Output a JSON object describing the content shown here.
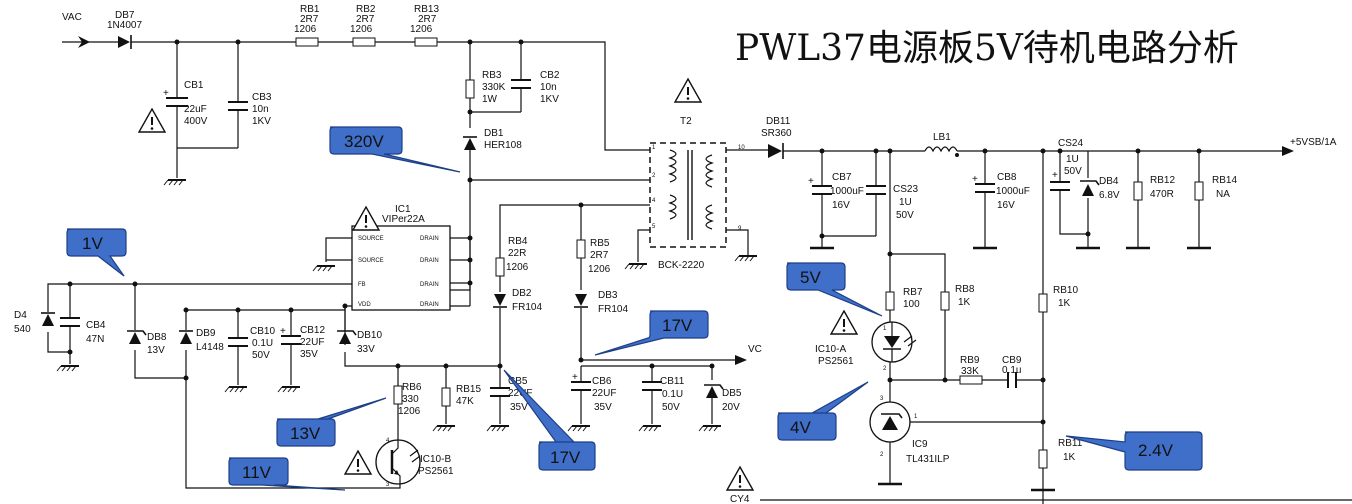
{
  "title": "PWL37电源板5V待机电路分析",
  "nets": {
    "vac": "VAC",
    "vsb": "+5VSB/1A",
    "vc": "VC"
  },
  "components": {
    "db7": {
      "ref": "DB7",
      "val": "1N4007"
    },
    "rb1": {
      "ref": "RB1",
      "val1": "2R7",
      "val2": "1206"
    },
    "rb2": {
      "ref": "RB2",
      "val1": "2R7",
      "val2": "1206"
    },
    "rb13": {
      "ref": "RB13",
      "val1": "2R7",
      "val2": "1206"
    },
    "cb1": {
      "ref": "CB1",
      "val1": "22uF",
      "val2": "400V"
    },
    "cb3": {
      "ref": "CB3",
      "val1": "10n",
      "val2": "1KV"
    },
    "rb3": {
      "ref": "RB3",
      "val1": "330K",
      "val2": "1W"
    },
    "cb2": {
      "ref": "CB2",
      "val1": "10n",
      "val2": "1KV"
    },
    "db1": {
      "ref": "DB1",
      "val": "HER108"
    },
    "t2": {
      "ref": "T2",
      "val": "BCK-2220",
      "pins": [
        "1",
        "2",
        "4",
        "5",
        "10",
        "9"
      ]
    },
    "db11": {
      "ref": "DB11",
      "val": "SR360"
    },
    "lb1": {
      "ref": "LB1"
    },
    "cb7": {
      "ref": "CB7",
      "val1": "1000uF",
      "val2": "16V"
    },
    "cs23": {
      "ref": "CS23",
      "val1": "1U",
      "val2": "50V"
    },
    "cb8": {
      "ref": "CB8",
      "val1": "1000uF",
      "val2": "16V"
    },
    "cs24": {
      "ref": "CS24",
      "val1": "1U",
      "val2": "50V"
    },
    "db4": {
      "ref": "DB4",
      "val": "6.8V"
    },
    "rb12": {
      "ref": "RB12",
      "val": "470R"
    },
    "rb14": {
      "ref": "RB14",
      "val": "NA"
    },
    "ic1": {
      "ref": "IC1",
      "val": "VIPer22A",
      "pins": [
        "SOURCE",
        "SOURCE",
        "FB",
        "VDD"
      ],
      "drain": "DRAIN"
    },
    "d4": {
      "ref": "D4",
      "val": "540"
    },
    "cb4": {
      "ref": "CB4",
      "val": "47N"
    },
    "db8": {
      "ref": "DB8",
      "val": "13V"
    },
    "db9": {
      "ref": "DB9",
      "val": "L4148"
    },
    "cb10": {
      "ref": "CB10",
      "val1": "0.1U",
      "val2": "50V"
    },
    "cb12": {
      "ref": "CB12",
      "val1": "22UF",
      "val2": "35V"
    },
    "db10": {
      "ref": "DB10",
      "val": "33V"
    },
    "rb4": {
      "ref": "RB4",
      "val1": "22R",
      "val2": "1206"
    },
    "db2": {
      "ref": "DB2",
      "val": "FR104"
    },
    "rb5": {
      "ref": "RB5",
      "val1": "2R7",
      "val2": "1206"
    },
    "db3": {
      "ref": "DB3",
      "val": "FR104"
    },
    "rb6": {
      "ref": "RB6",
      "val1": "330",
      "val2": "1206"
    },
    "rb15": {
      "ref": "RB15",
      "val": "47K"
    },
    "cb5": {
      "ref": "CB5",
      "val1": "22UF",
      "val2": "35V"
    },
    "cb6": {
      "ref": "CB6",
      "val1": "22UF",
      "val2": "35V"
    },
    "cb11": {
      "ref": "CB11",
      "val1": "0.1U",
      "val2": "50V"
    },
    "db5": {
      "ref": "DB5",
      "val": "20V"
    },
    "ic10b": {
      "ref": "IC10-B",
      "val": "PS2561",
      "pins": [
        "4",
        "3"
      ]
    },
    "rb7": {
      "ref": "RB7",
      "val": "100"
    },
    "rb8": {
      "ref": "RB8",
      "val": "1K"
    },
    "ic10a": {
      "ref": "IC10-A",
      "val": "PS2561",
      "pins": [
        "1",
        "2"
      ]
    },
    "rb9": {
      "ref": "RB9",
      "val": "33K"
    },
    "cb9": {
      "ref": "CB9",
      "val": "0.1u"
    },
    "rb10": {
      "ref": "RB10",
      "val": "1K"
    },
    "ic9": {
      "ref": "IC9",
      "val": "TL431ILP",
      "pins": [
        "3",
        "1",
        "2"
      ]
    },
    "rb11": {
      "ref": "RB11",
      "val": "1K"
    },
    "cy4": {
      "ref": "CY4"
    }
  },
  "callouts": [
    "320V",
    "1V",
    "5V",
    "17V",
    "13V",
    "17V",
    "4V",
    "2.4V",
    "11V"
  ],
  "colors": {
    "callout_fill": "#3f6fc8",
    "callout_border": "#1d3f86",
    "wire": "#111111"
  },
  "icons": [
    "caution-triangle-icon"
  ]
}
